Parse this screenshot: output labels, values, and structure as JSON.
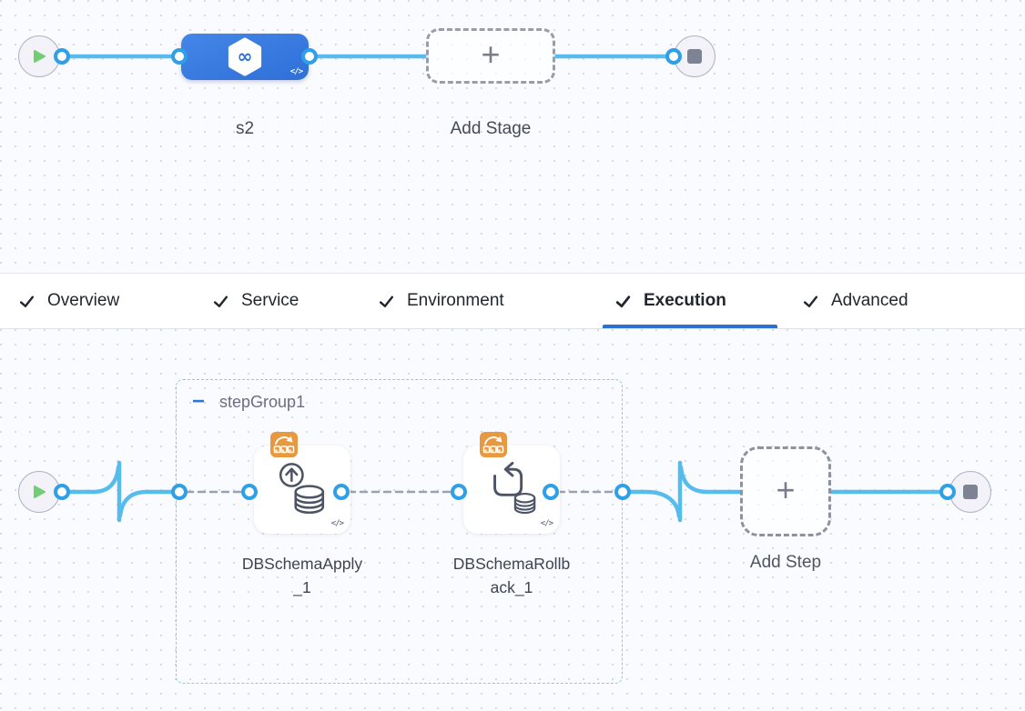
{
  "stage_graph": {
    "stage_name": "s2",
    "add_stage_label": "Add Stage",
    "plus_icon": "+",
    "yaml_icon": "</>"
  },
  "tab_bar": {
    "tabs": [
      {
        "label": "Overview",
        "checked": true,
        "active": false
      },
      {
        "label": "Service",
        "checked": true,
        "active": false
      },
      {
        "label": "Environment",
        "checked": true,
        "active": false
      },
      {
        "label": "Execution",
        "checked": true,
        "active": true
      },
      {
        "label": "Advanced",
        "checked": true,
        "active": false
      }
    ]
  },
  "execution_graph": {
    "step_group": {
      "name": "stepGroup1",
      "collapse_icon": "−"
    },
    "steps": [
      {
        "name": "DBSchemaApply_1"
      },
      {
        "name": "DBSchemaRollback_1"
      }
    ],
    "add_step_label": "Add Step",
    "plus_icon": "+",
    "yaml_icon": "</>"
  },
  "colors": {
    "wire_blue": "#56bced",
    "connector_ring": "#2f9fe6",
    "stage_blue": "#3377dd",
    "active_tab_underline": "#2e6fd2",
    "badge_orange": "#e8993f",
    "play_green": "#72ce74",
    "step_group_border": "#85cbe9",
    "end_square_gray": "#7e8394"
  }
}
